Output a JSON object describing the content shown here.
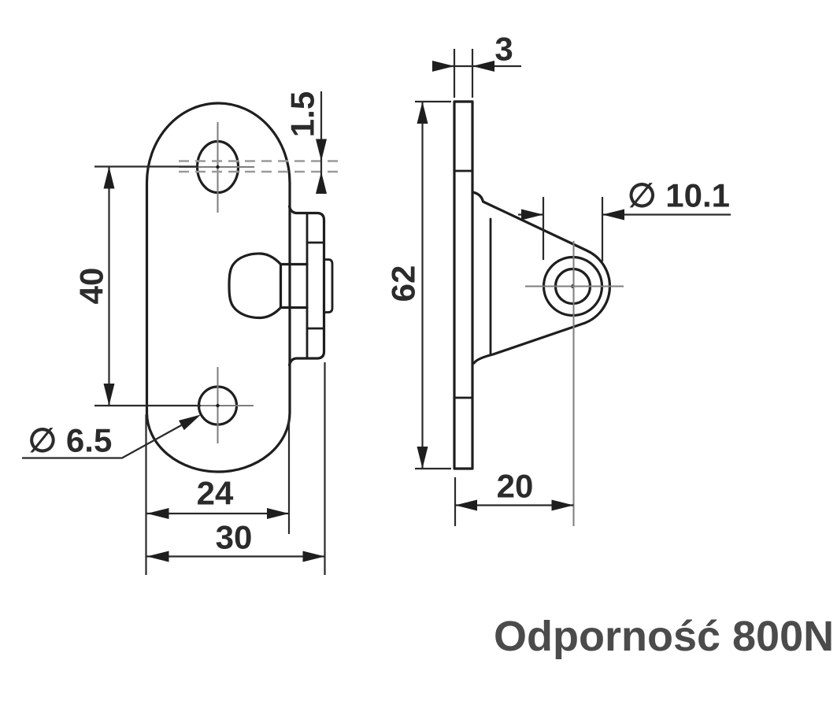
{
  "drawing": {
    "caption": "Odporność 800N",
    "dims": {
      "hole_spacing": "40",
      "center_offset": "1.5",
      "plate_hole_dia": "∅ 6.5",
      "hole_width": "24",
      "plate_width": "30",
      "thickness": "3",
      "height": "62",
      "ball_depth": "20",
      "socket_dia": "∅ 10.1"
    },
    "colors": {
      "background": "#ffffff",
      "line": "#1e1e1e",
      "dimension_line": "#2a2a2a",
      "centerline": "#7d7d7d",
      "dashed_line": "#9a9a9a",
      "dimension_text": "#2b2b2b",
      "caption_text": "#4b4b4b"
    }
  }
}
